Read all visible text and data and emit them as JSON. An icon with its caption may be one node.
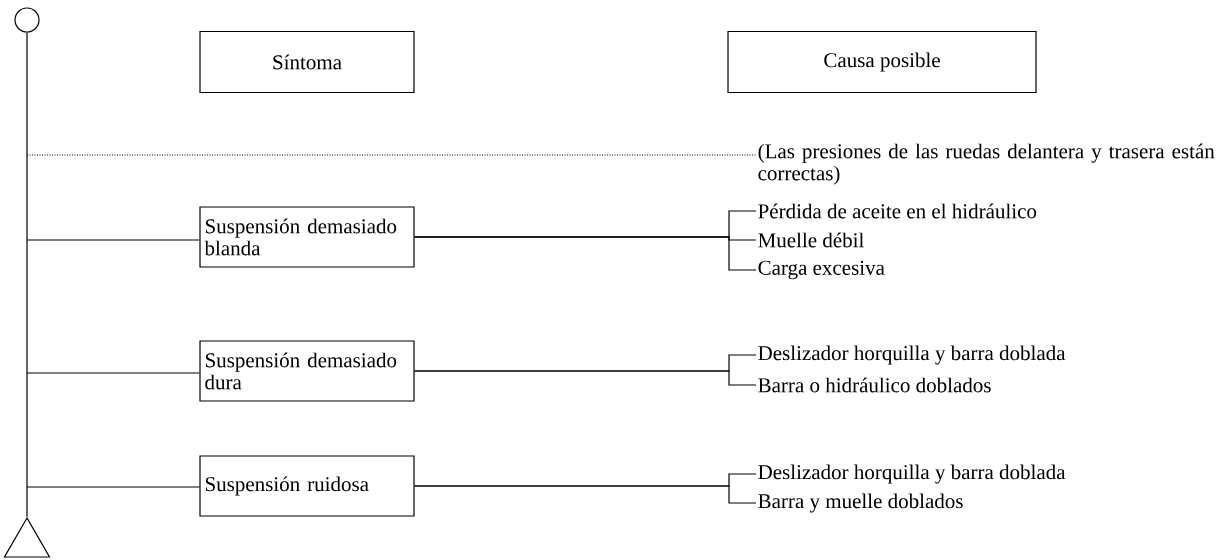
{
  "diagram": {
    "nodes": [
      {
        "text": [],
        "shape": "circle"
      },
      {
        "text": [],
        "shape": "triangle"
      },
      {
        "text": [
          "Síntoma"
        ]
      },
      {
        "text": [
          "Causa posible"
        ]
      },
      {
        "text": [
          "(Las presiones de las ruedas delantera y trasera están correctas)"
        ]
      },
      {
        "text": [
          "Suspensión demasiado blanda"
        ]
      },
      {
        "text": [
          "Suspensión demasiado dura"
        ]
      },
      {
        "text": [
          "Suspensión ruidosa"
        ]
      },
      {
        "text": [
          "Pérdida de aceite en el hidráulico"
        ]
      },
      {
        "text": [
          "Muelle débil"
        ]
      },
      {
        "text": [
          "Carga excesiva"
        ]
      },
      {
        "text": [
          "Deslizador horquilla y barra doblada"
        ]
      },
      {
        "text": [
          "Barra o hidráulico doblados"
        ]
      },
      {
        "text": [
          "Deslizador horquilla y barra doblada"
        ]
      },
      {
        "text": [
          "Barra y muelle doblados"
        ]
      }
    ],
    "edges": [
      {
        "from": 0,
        "to": 1,
        "arrow": "none"
      },
      {
        "from": null,
        "to": 4,
        "arrow": "none",
        "style": "dashed"
      },
      {
        "from": null,
        "to": 5,
        "arrow": "none"
      },
      {
        "from": null,
        "to": 6,
        "arrow": "none"
      },
      {
        "from": null,
        "to": 7,
        "arrow": "none"
      },
      {
        "from": 5,
        "to": 8,
        "arrow": "none"
      },
      {
        "from": 5,
        "to": 9,
        "arrow": "none"
      },
      {
        "from": 5,
        "to": 10,
        "arrow": "none"
      },
      {
        "from": 6,
        "to": 11,
        "arrow": "none"
      },
      {
        "from": 6,
        "to": 12,
        "arrow": "none"
      },
      {
        "from": 7,
        "to": 13,
        "arrow": "none"
      },
      {
        "from": 7,
        "to": 14,
        "arrow": "none"
      }
    ]
  }
}
